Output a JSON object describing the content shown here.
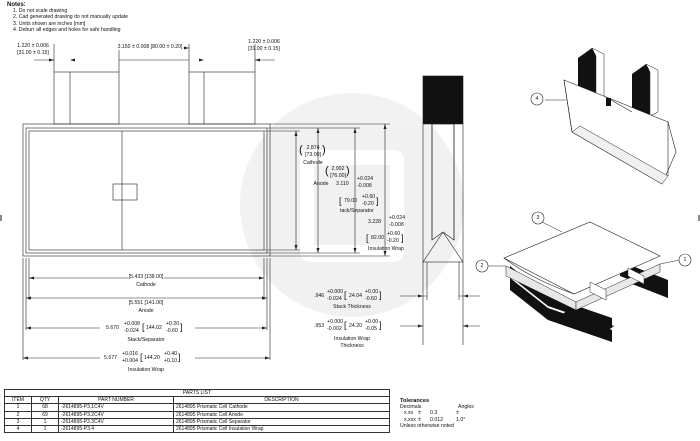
{
  "notes": {
    "title": "Notes:",
    "items": [
      "1.  Do not scale drawing",
      "2.  Cad generated drawing do not manually update",
      "3.  Units shown are inches [mm]",
      "4.  Deburr all edges and holes for safe handling"
    ]
  },
  "dimensions": {
    "tab_left_a": "1.220 ± 0.006",
    "tab_left_b": "[31.00 ± 0.15]",
    "tab_spacing": "3.150 ± 0.008 [80.00 ± 0.20]",
    "tab_right_a": "1.220 ± 0.006",
    "tab_right_b": "[31.00 ± 0.15]",
    "cathode_h_a": "2.874",
    "cathode_h_b": "[73.00]",
    "cathode_h_label": "Cathode",
    "anode_h_a": "2.992",
    "anode_h_b": "[76.00]",
    "anode_h_label": "Anode",
    "stack_h_a": "3.110",
    "stack_h_tol_up": "+0.024",
    "stack_h_tol_dn": "-0.008",
    "stack_h_mm_up": "+0.60",
    "stack_h_mm_dn": "-0.20",
    "stack_h_mm": "79.00",
    "stack_h_label": "tack/Separator",
    "wrap_h_a": "3.228",
    "wrap_h_tol_up": "+0.024",
    "wrap_h_tol_dn": "-0.008",
    "wrap_h_mm": "82.00",
    "wrap_h_mm_up": "+0.60",
    "wrap_h_mm_dn": "-0.20",
    "wrap_h_label": "Insulation Wrap",
    "cathode_w": "[5.433 [138.00]",
    "cathode_w_label": "Cathode",
    "anode_w": "[5.551 [141.00]",
    "anode_w_label": "Anode",
    "stack_w_a": "5.670",
    "stack_w_tol_up": "+0.008",
    "stack_w_tol_dn": "-0.024",
    "stack_w_mm": "144.02",
    "stack_w_mm_up": "+0.20",
    "stack_w_mm_dn": "-0.60",
    "stack_w_label": "Stack/Separator",
    "wrap_w_a": "5.677",
    "wrap_w_tol_up": "+0.016",
    "wrap_w_tol_dn": "+0.004",
    "wrap_w_mm": "144.20",
    "wrap_w_mm_up": "+0.40",
    "wrap_w_mm_dn": "+0.10",
    "wrap_w_label": "Insulation Wrap",
    "stack_t_a": ".946",
    "stack_t_tol_up": "+0.000",
    "stack_t_tol_dn": "-0.024",
    "stack_t_mm": "24.04",
    "stack_t_mm_up": "+0.00",
    "stack_t_mm_dn": "-0.60",
    "stack_t_label": "Stack Thickness",
    "wrap_t_a": ".953",
    "wrap_t_tol_up": "+0.000",
    "wrap_t_tol_dn": "-0.002",
    "wrap_t_mm": "24.20",
    "wrap_t_mm_up": "+0.00",
    "wrap_t_mm_dn": "-0.05",
    "wrap_t_label_1": "Insulation Wrap",
    "wrap_t_label_2": "Thickness"
  },
  "balloons": [
    "4",
    "3",
    "2",
    "1"
  ],
  "parts_list": {
    "caption": "PARTS LIST",
    "headers": [
      "ITEM",
      "QTY",
      "PART NUMBER",
      "DESCRIPTION"
    ],
    "rows": [
      [
        "1",
        "68",
        "-2614895-P3.1C4V",
        "2614895 Prismatic Cell Cathode"
      ],
      [
        "2",
        "69",
        "-2614895-P3.2C4V",
        "2614895 Prismatic Cell Anode"
      ],
      [
        "3",
        "1",
        "-2614895-P3.3C4V",
        "2614895 Prismatic Cell Separator"
      ],
      [
        "4",
        "1",
        "-2614895-P3.4",
        "2614895 Prismatic Cell Insulation Wrap"
      ]
    ]
  },
  "tolerances": {
    "title": "Tolerances",
    "decimals": "Decimals",
    "angles": "Angles",
    "row1_fmt": "x.xx",
    "row1_pm": "±",
    "row1_val": "0.3",
    "angle_val": "± 1.0°",
    "row2_fmt": "x.xxx",
    "row2_pm": "±",
    "row2_val": "0.012",
    "footer": "Unless otherwise noted"
  }
}
